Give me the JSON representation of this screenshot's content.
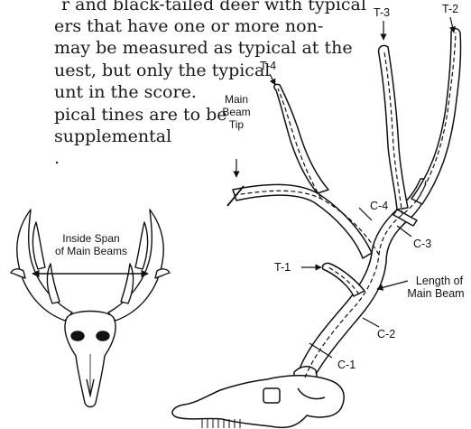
{
  "paragraph": {
    "lines": [
      "r and black-tailed deer with typical",
      "ers that have one or more non-",
      "may be measured as typical at the",
      "uest, but only the typical",
      "unt in the score.",
      "pical tines are to be",
      "supplemental",
      "."
    ]
  },
  "diagram": {
    "labels": {
      "t1": "T-1",
      "t2": "T-2",
      "t3": "T-3",
      "t4": "T-4",
      "c1": "C-1",
      "c2": "C-2",
      "c3": "C-3",
      "c4": "C-4",
      "main_beam_tip": [
        "Main",
        "Beam",
        "Tip"
      ],
      "length_of_main_beam": [
        "Length of",
        "Main Beam"
      ],
      "inside_span": [
        "Inside Span",
        "of Main Beams"
      ]
    }
  }
}
